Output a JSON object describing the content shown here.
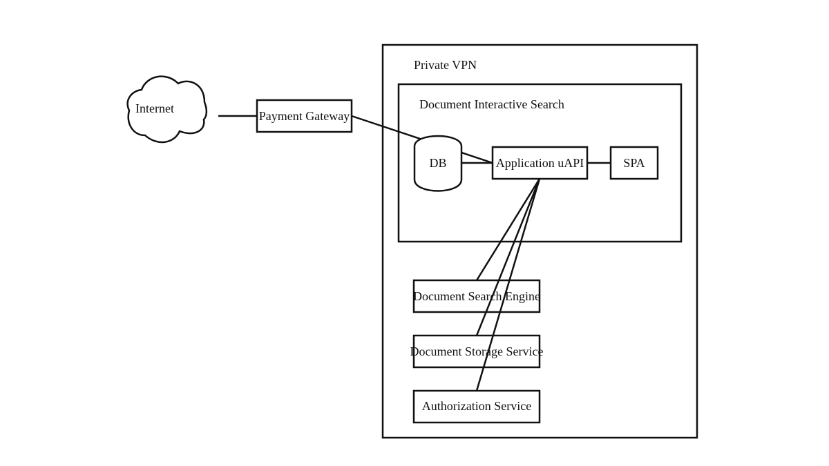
{
  "diagram": {
    "groups": {
      "private_vpn": {
        "label": "Private VPN"
      },
      "doc_interactive_search": {
        "label": "Document Interactive Search"
      }
    },
    "nodes": {
      "internet": {
        "label": "Internet",
        "shape": "cloud"
      },
      "payment_gateway": {
        "label": "Payment Gateway",
        "shape": "rectangle"
      },
      "db": {
        "label": "DB",
        "shape": "cylinder"
      },
      "application_uapi": {
        "label": "Application uAPI",
        "shape": "rectangle"
      },
      "spa": {
        "label": "SPA",
        "shape": "rectangle"
      },
      "doc_search_engine": {
        "label": "Document Search Engine",
        "shape": "rectangle"
      },
      "doc_storage_service": {
        "label": "Document Storage Service",
        "shape": "rectangle"
      },
      "authorization_service": {
        "label": "Authorization Service",
        "shape": "rectangle"
      }
    },
    "edges": [
      {
        "from": "Internet",
        "to": "Payment Gateway"
      },
      {
        "from": "Payment Gateway",
        "to": "Application uAPI"
      },
      {
        "from": "DB",
        "to": "Application uAPI"
      },
      {
        "from": "Application uAPI",
        "to": "SPA"
      },
      {
        "from": "Application uAPI",
        "to": "Document Search Engine"
      },
      {
        "from": "Application uAPI",
        "to": "Document Storage Service"
      },
      {
        "from": "Application uAPI",
        "to": "Authorization Service"
      }
    ]
  }
}
